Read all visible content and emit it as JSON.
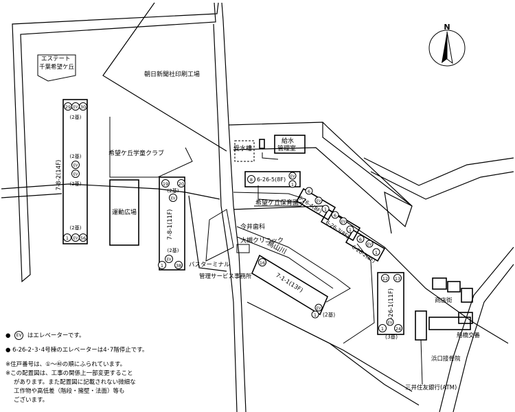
{
  "north_label": "N",
  "places": {
    "estate": [
      "エステート",
      "千葉希望ケ丘"
    ],
    "asahi": "朝日新聞社印刷工場",
    "club": "希望ケ丘学童クラブ",
    "field": "運動広場",
    "bus_terminal": "バスターミナル",
    "mgmt_office": "管理サービス事務所",
    "tank": "受水槽",
    "supply": [
      "給水",
      "管理室"
    ],
    "nursery": "希望ケ丘保育園",
    "dental": "今井歯科",
    "clinic": "大槻クリニック",
    "river": "鳥山川",
    "shops": "商店街",
    "police": "船橋交番",
    "osteo": "浜口接骨院",
    "bank": "三井住友銀行(ATM)"
  },
  "buildings": {
    "b7_8_2": {
      "label": "7-8-2(14F)",
      "top_left": "29",
      "top_right": "30",
      "bottom_left": "1",
      "bottom_right": "56",
      "units": "(2基)"
    },
    "b7_8_1": {
      "label": "7-8-1(11F)",
      "top_left": "19",
      "top_right": "20",
      "bottom_left": "1",
      "bottom_right": "38",
      "units": "(2基)"
    },
    "b6_26_5": {
      "label": "6-26-5(8F)",
      "left": "8",
      "right": "1"
    },
    "b6_26_4": {
      "label": "6-26-4(8F)",
      "left": "6",
      "right": "1"
    },
    "b6_26_3": {
      "label": "6-26-3(8F)",
      "left": "6",
      "right": "1"
    },
    "b6_26_2": {
      "label": "6-26-2(8F)",
      "left": "6",
      "right": "1"
    },
    "b7_1_1": {
      "label": "7-1-1(13F)",
      "top": "16",
      "bottom": "1",
      "units": "(2基)"
    },
    "b6_26_1": {
      "label": "6-26-1(11F)",
      "top_left": "12",
      "top_right": "13",
      "bottom_left": "1",
      "bottom_right": "24",
      "units": "(3基)"
    }
  },
  "ev_symbol": "EV",
  "notes": {
    "bullet": "●",
    "ev_desc": "はエレベーターです。",
    "stop_note": "6-26-2･3･4号棟のエレベーターは4･7階停止です。",
    "numbering": "※住戸番号は、①～㊵の順にふられています。",
    "disclaimer": [
      "※この配置図は、工事の関係上一部変更すること",
      "があります。また配置図に記載されない微細な",
      "工作物や高低差（階段・擁壁・法面）等も",
      "ございます。"
    ]
  }
}
